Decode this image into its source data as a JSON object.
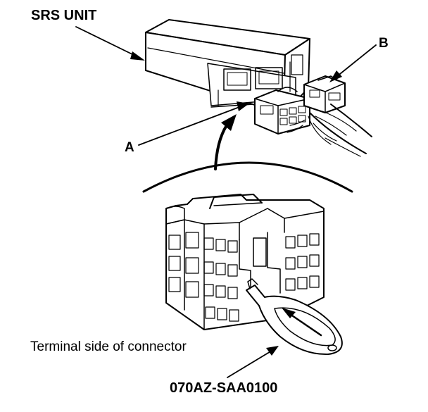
{
  "labels": {
    "srs_unit": "SRS UNIT",
    "callout_b": "B",
    "callout_a": "A",
    "terminal_side": "Terminal side of connector",
    "tool_part_number": "070AZ-SAA0100"
  }
}
